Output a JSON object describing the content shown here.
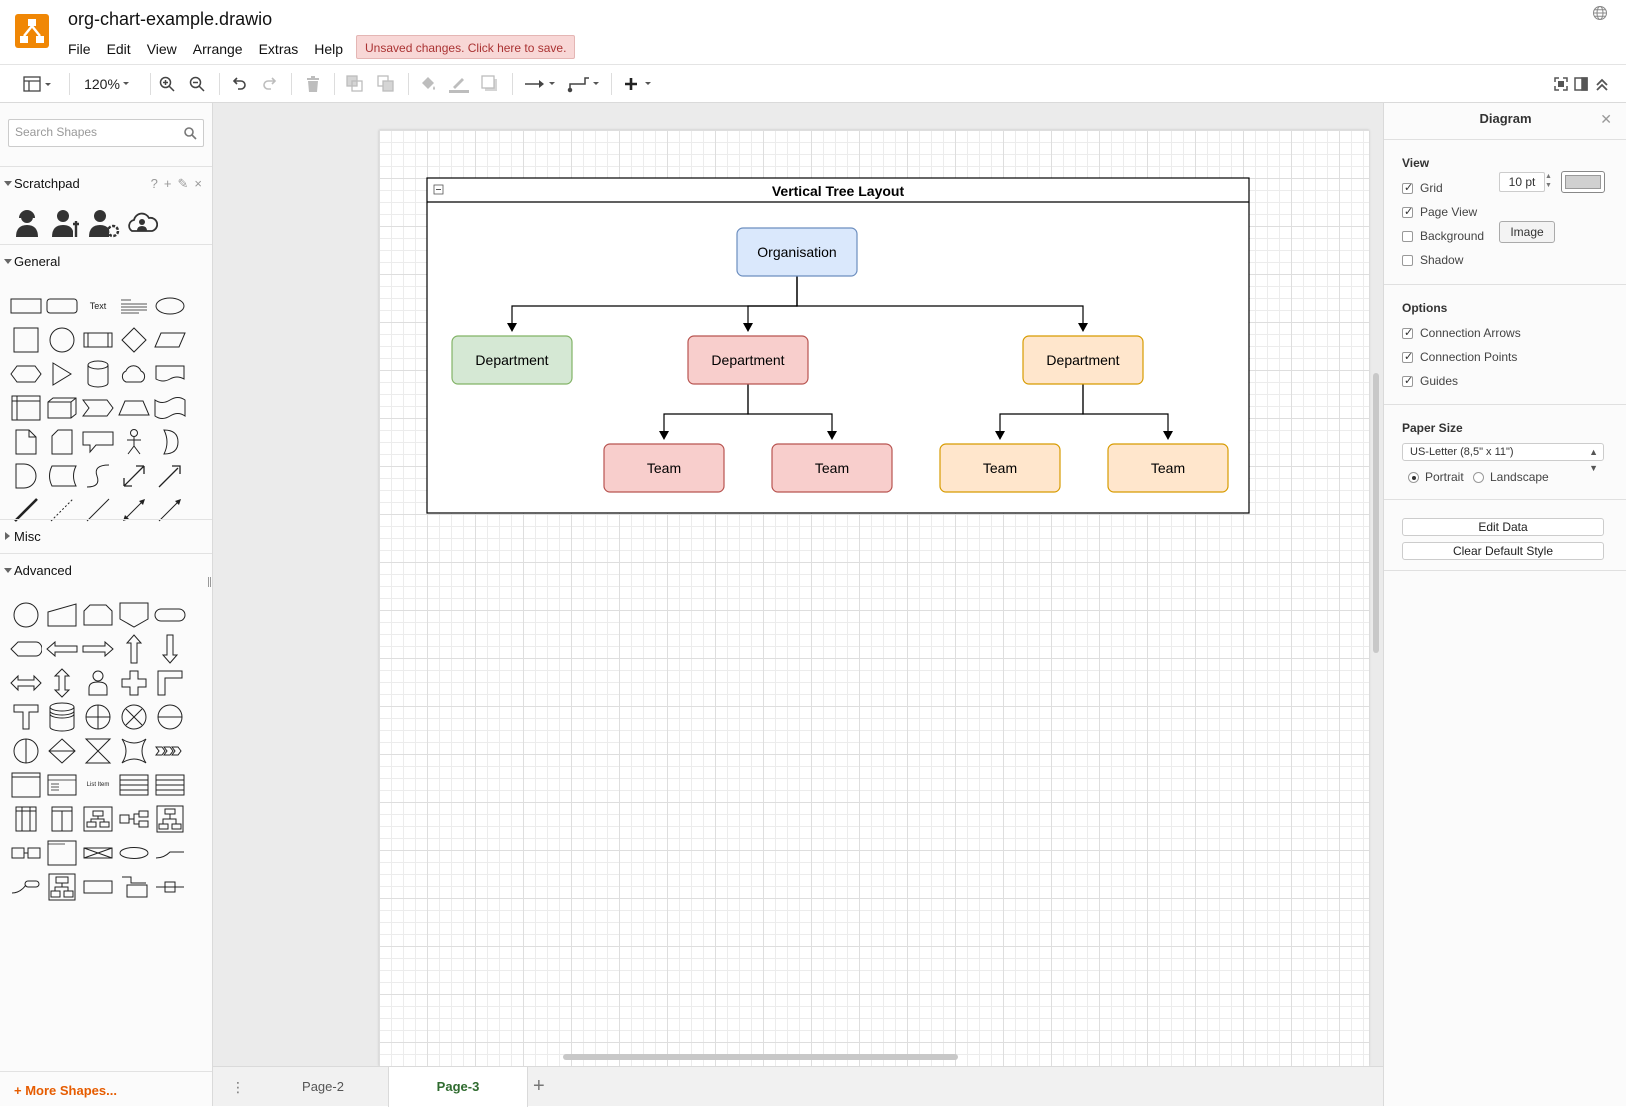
{
  "app": {
    "doc_title": "org-chart-example.drawio",
    "menus": [
      "File",
      "Edit",
      "View",
      "Arrange",
      "Extras",
      "Help"
    ],
    "unsaved_notice": "Unsaved changes. Click here to save.",
    "brand_color": "#f08705"
  },
  "toolbar": {
    "zoom": "120%",
    "icons": [
      "view-panels-icon",
      "zoom-in-icon",
      "zoom-out-icon",
      "undo-icon",
      "redo-icon",
      "delete-icon",
      "to-front-icon",
      "to-back-icon",
      "fill-color-icon",
      "line-color-icon",
      "shadow-icon",
      "connection-icon",
      "waypoints-icon",
      "insert-icon",
      "fullscreen-icon",
      "format-panel-icon",
      "collapse-icon"
    ]
  },
  "sidebar": {
    "search_placeholder": "Search Shapes",
    "scratchpad_label": "Scratchpad",
    "scratchpad_tools": [
      "?",
      "+",
      "✎",
      "×"
    ],
    "general_label": "General",
    "misc_label": "Misc",
    "advanced_label": "Advanced",
    "general_text_shape": "Text",
    "more_shapes": "+ More Shapes..."
  },
  "diagram": {
    "container_title": "Vertical Tree Layout",
    "root": {
      "label": "Organisation",
      "fill": "#dae8fc",
      "stroke": "#6c8ebf"
    },
    "departments": [
      {
        "label": "Department",
        "fill": "#d5e8d4",
        "stroke": "#82b366"
      },
      {
        "label": "Department",
        "fill": "#f8cecc",
        "stroke": "#b85450"
      },
      {
        "label": "Department",
        "fill": "#ffe6cc",
        "stroke": "#d79b00"
      }
    ],
    "teams": [
      {
        "label": "Team",
        "fill": "#f8cecc",
        "stroke": "#b85450"
      },
      {
        "label": "Team",
        "fill": "#f8cecc",
        "stroke": "#b85450"
      },
      {
        "label": "Team",
        "fill": "#ffe6cc",
        "stroke": "#d79b00"
      },
      {
        "label": "Team",
        "fill": "#ffe6cc",
        "stroke": "#d79b00"
      }
    ]
  },
  "pages": {
    "tabs": [
      "Page-2",
      "Page-3"
    ],
    "active": "Page-3"
  },
  "format_panel": {
    "title": "Diagram",
    "view_head": "View",
    "grid": {
      "label": "Grid",
      "checked": true,
      "size": "10 pt"
    },
    "page_view": {
      "label": "Page View",
      "checked": true
    },
    "background": {
      "label": "Background",
      "checked": false,
      "button": "Image"
    },
    "shadow": {
      "label": "Shadow",
      "checked": false
    },
    "options_head": "Options",
    "connection_arrows": {
      "label": "Connection Arrows",
      "checked": true
    },
    "connection_points": {
      "label": "Connection Points",
      "checked": true
    },
    "guides": {
      "label": "Guides",
      "checked": true
    },
    "paper_head": "Paper Size",
    "paper_size": "US-Letter (8,5\" x 11\")",
    "portrait": {
      "label": "Portrait",
      "checked": true
    },
    "landscape": {
      "label": "Landscape",
      "checked": false
    },
    "edit_data": "Edit Data",
    "clear_style": "Clear Default Style"
  }
}
